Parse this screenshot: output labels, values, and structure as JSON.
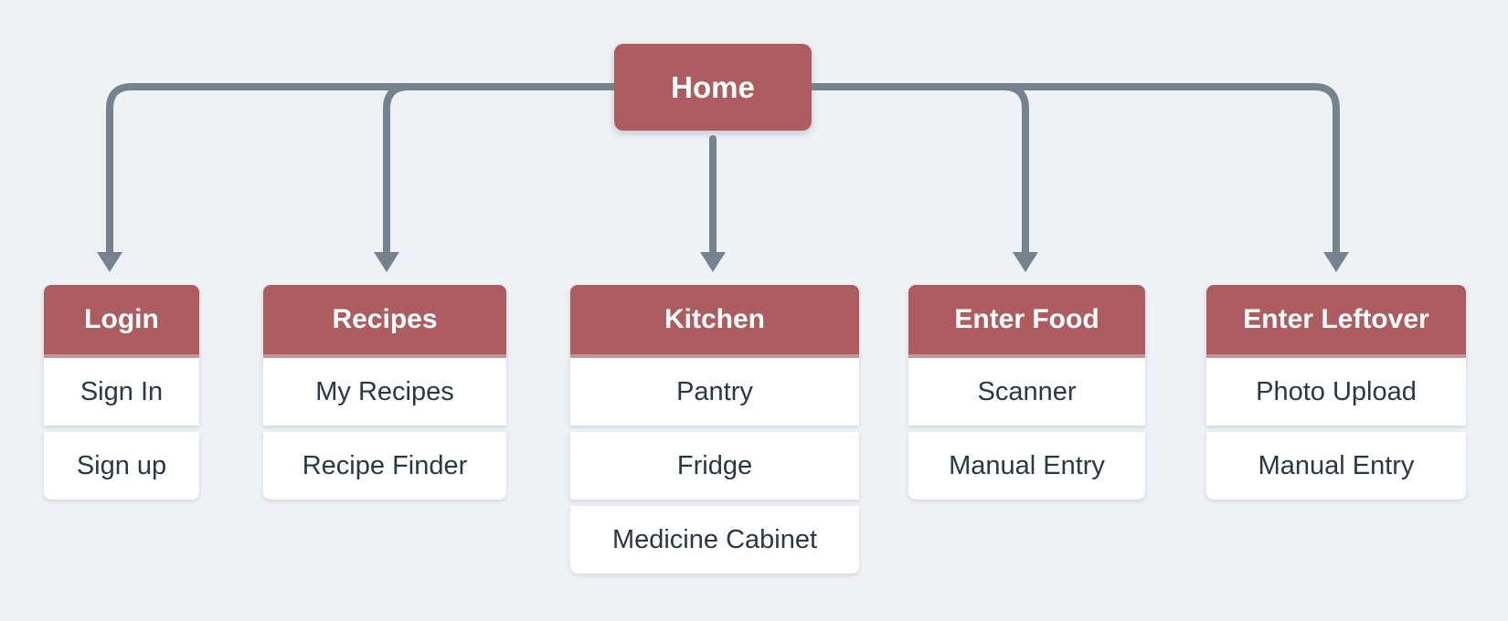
{
  "diagram": {
    "root": {
      "label": "Home"
    },
    "columns": [
      {
        "id": "login",
        "header": "Login",
        "items": [
          "Sign In",
          "Sign up"
        ]
      },
      {
        "id": "recipes",
        "header": "Recipes",
        "items": [
          "My Recipes",
          "Recipe Finder"
        ]
      },
      {
        "id": "kitchen",
        "header": "Kitchen",
        "items": [
          "Pantry",
          "Fridge",
          "Medicine Cabinet"
        ]
      },
      {
        "id": "enter-food",
        "header": "Enter Food",
        "items": [
          "Scanner",
          "Manual Entry"
        ]
      },
      {
        "id": "enter-leftover",
        "header": "Enter Leftover",
        "items": [
          "Photo Upload",
          "Manual Entry"
        ]
      }
    ],
    "colors": {
      "background": "#eef1f5",
      "header_bg": "#ad5d60",
      "header_text": "#ffffff",
      "row_bg": "#ffffff",
      "row_text": "#293845",
      "connector": "#76838f"
    }
  }
}
